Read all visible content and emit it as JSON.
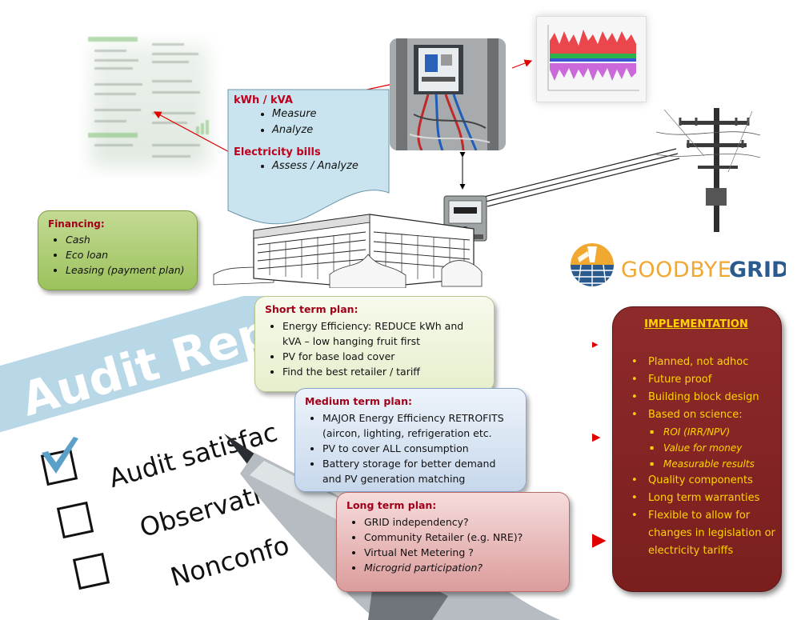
{
  "callout": {
    "kwh_title": "kWh / kVA",
    "kwh_items": [
      "Measure",
      "Analyze"
    ],
    "bills_title": "Electricity bills",
    "bills_items": [
      "Assess / Analyze"
    ]
  },
  "financing": {
    "title": "Financing:",
    "items": [
      "Cash",
      "Eco loan",
      "Leasing (payment plan)"
    ]
  },
  "logo": {
    "part1": "GOODBYE",
    "part2": "GRID",
    "color_orange": "#f0a830",
    "color_blue": "#2b5a8e"
  },
  "audit": {
    "title": "Audit Report",
    "line1": "Audit satisfac",
    "line2": "Observations",
    "line3": "Nonconfo"
  },
  "short_plan": {
    "title": "Short term plan:",
    "items": [
      "Energy Efficiency: REDUCE kWh and kVA – low hanging fruit first",
      "PV for base load cover",
      "Find the best retailer / tariff"
    ]
  },
  "medium_plan": {
    "title": "Medium term plan:",
    "items": [
      "MAJOR Energy Efficiency RETROFITS (aircon, lighting, refrigeration etc.",
      "PV to cover ALL consumption",
      "Battery storage for better demand and PV generation matching"
    ]
  },
  "long_plan": {
    "title": "Long term plan:",
    "items": [
      "GRID independency?",
      "Community Retailer (e.g. NRE)?",
      "Virtual Net Metering ?",
      "Microgrid participation?"
    ]
  },
  "implementation": {
    "title": "IMPLEMENTATION",
    "items_a": [
      "Planned, not adhoc",
      "Future proof",
      "Building block design",
      "Based on science:"
    ],
    "sub_items": [
      "ROI (IRR/NPV)",
      "Value for money",
      "Measurable results"
    ],
    "items_b": [
      "Quality components",
      "Long term warranties",
      "Flexible to allow for changes in legislation or electricity tariffs"
    ]
  },
  "colors": {
    "arrow_red": "#e00000",
    "impl_bg": "#842424",
    "impl_text": "#ffd400",
    "heading_red": "#a0001a"
  }
}
